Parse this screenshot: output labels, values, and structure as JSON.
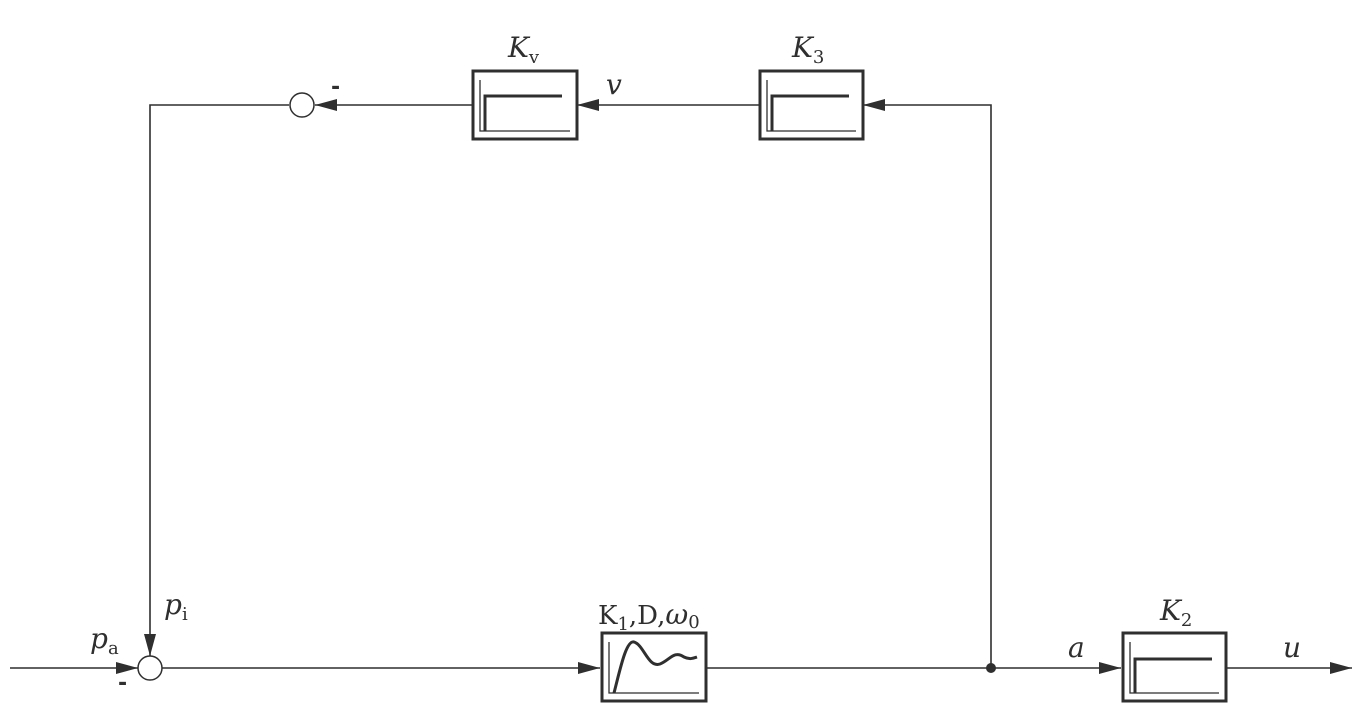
{
  "blocks": {
    "kv": {
      "main": "K",
      "sub": "v"
    },
    "k3": {
      "main": "K",
      "sub": "3"
    },
    "k1": {
      "main": "K",
      "sub1": "1",
      "rest": ",D,",
      "omega": "ω",
      "omega_sub": "0"
    },
    "k2": {
      "main": "K",
      "sub": "2"
    }
  },
  "signals": {
    "v": "v",
    "a": "a",
    "u": "u",
    "pa": {
      "main": "p",
      "sub": "a"
    },
    "pi": {
      "main": "p",
      "sub": "i"
    }
  },
  "signs": {
    "upper_minus": "-",
    "lower_minus": "-"
  }
}
